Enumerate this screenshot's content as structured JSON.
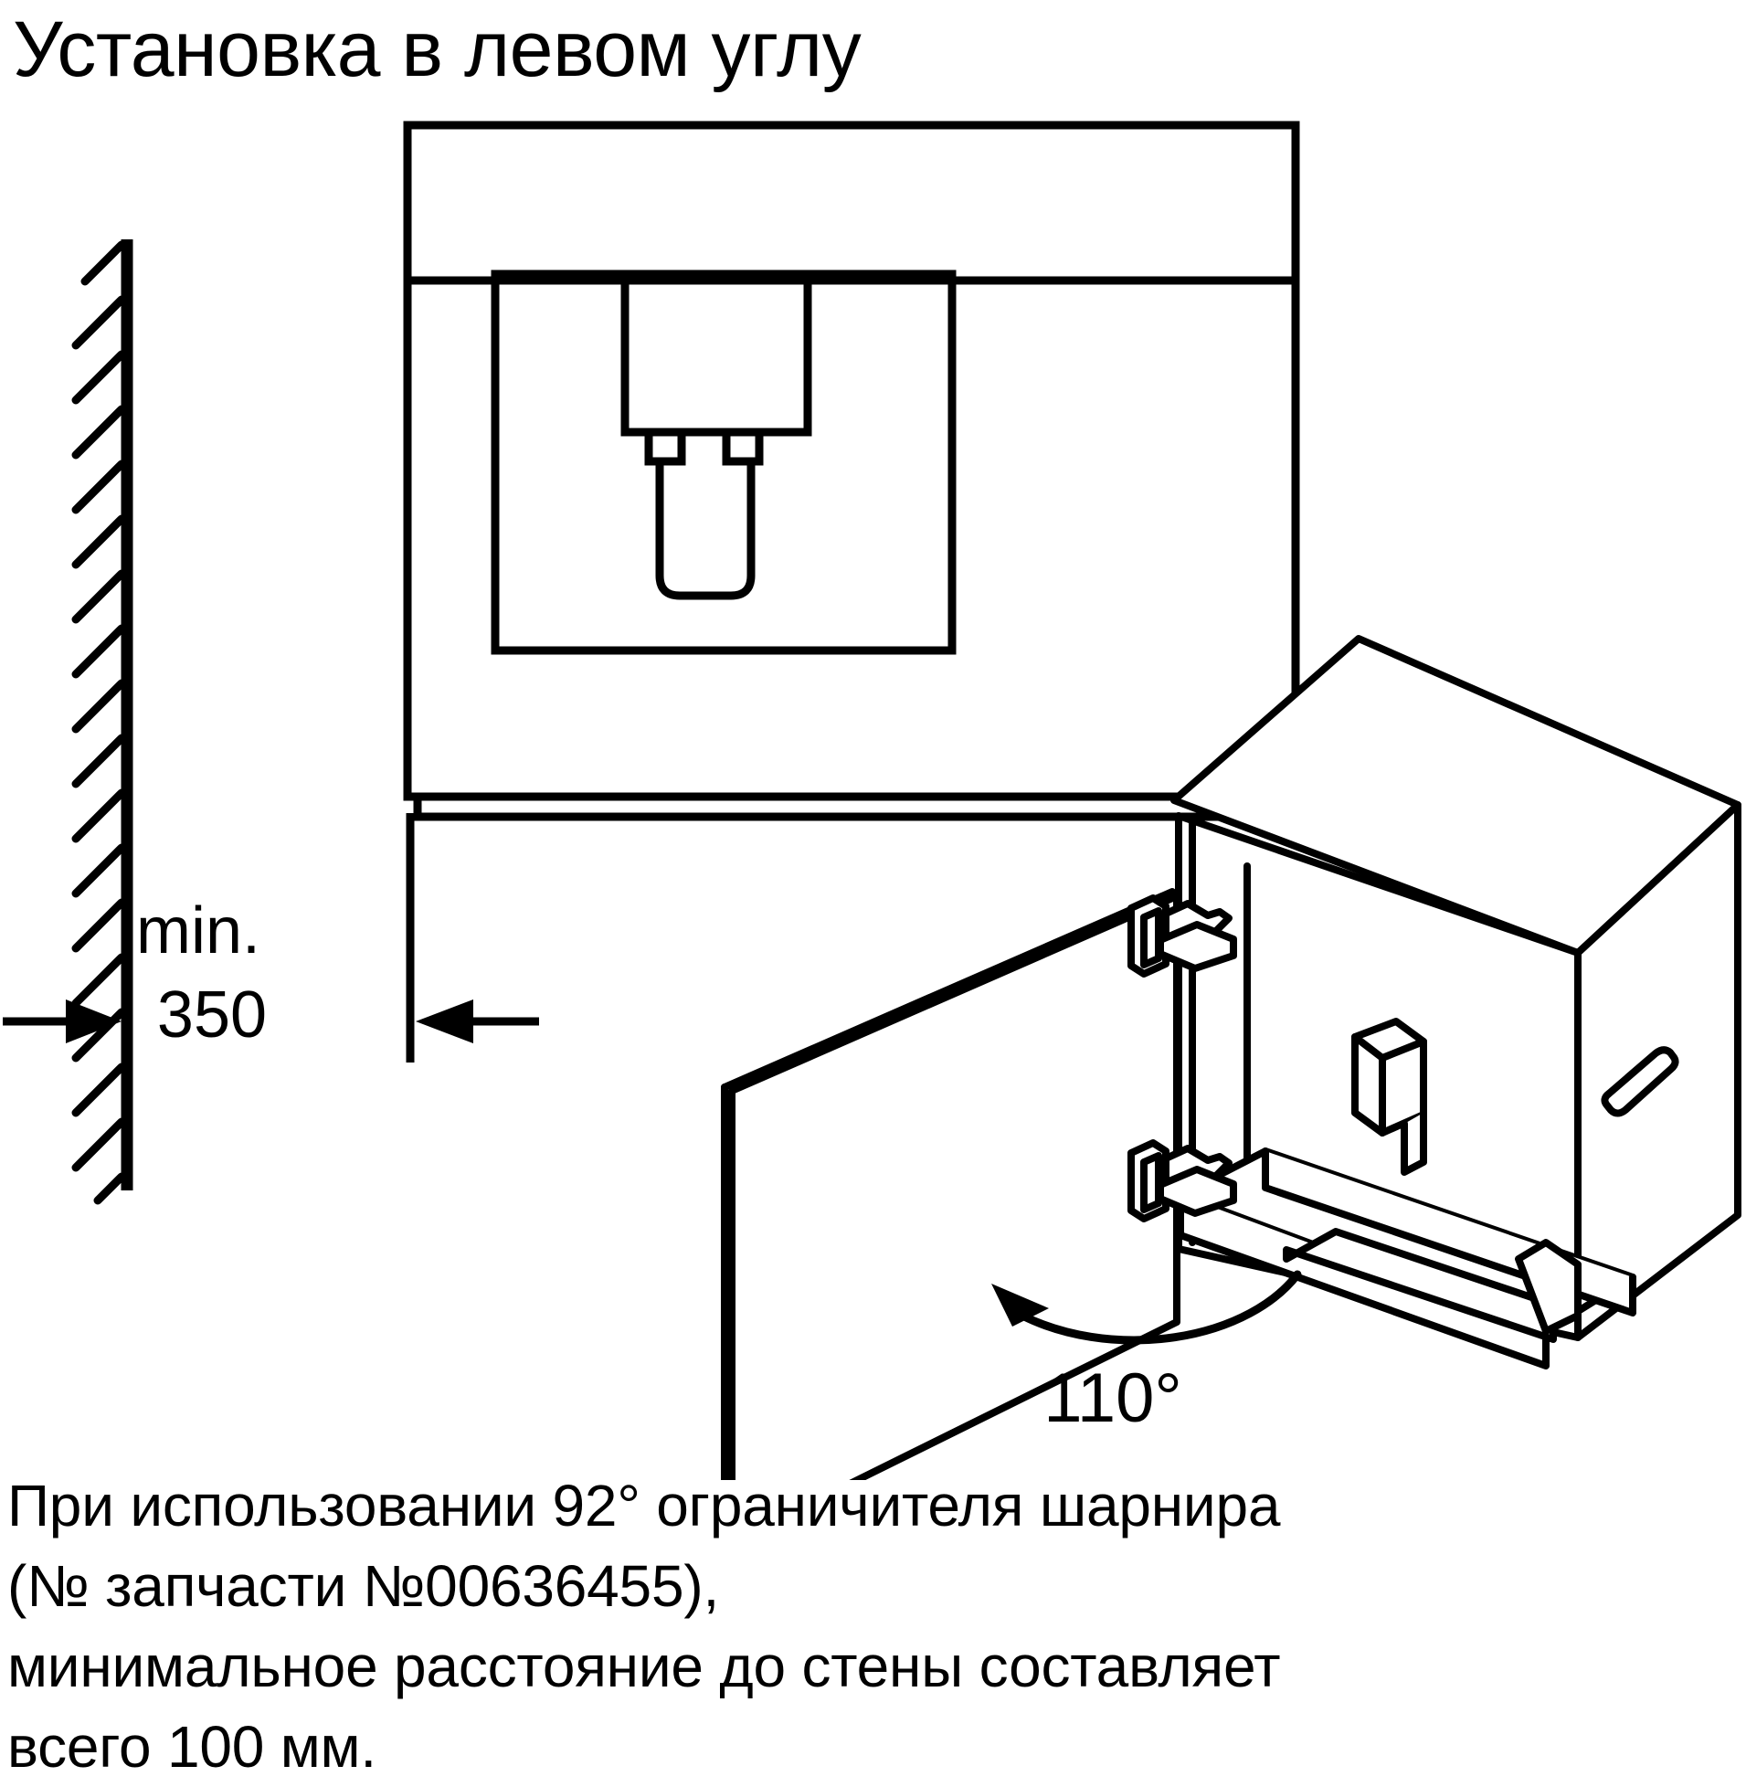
{
  "document": {
    "title": "Установка в левом углу",
    "language": "ru"
  },
  "figure": {
    "name": "corner-installation-diagram",
    "wall": {
      "label": "hatched-wall",
      "hatch_angle_deg": 45
    },
    "dimension": {
      "name": "wall-clearance-dimension",
      "label_line1": "min.",
      "label_line2": "350",
      "value": 350,
      "unit": "mm",
      "qualifier": "min."
    },
    "front_view": {
      "name": "appliance-front-view",
      "parts": [
        "control-panel-band",
        "recess-opening",
        "dispenser-head",
        "dispenser-nozzles",
        "dispenser-spout",
        "base-plinth"
      ]
    },
    "iso_view": {
      "name": "appliance-open-door-iso-view",
      "parts": [
        "open-door-panel",
        "upper-hinge",
        "lower-hinge",
        "top-face",
        "right-side-panel",
        "handle-slot",
        "interior-component",
        "bottom-tray",
        "tray-drawer-slot"
      ],
      "angle_label": "110°",
      "angle_value": 110,
      "angle_unit": "degrees"
    }
  },
  "note": {
    "name": "hinge-limiter-note",
    "lines": [
      "При использовании 92° ограничителя шарнира",
      "(№ запчасти №00636455),",
      "минимальное расстояние до стены составляет",
      "всего 100 мм."
    ],
    "hinge_limiter_angle": "92°",
    "part_number": "№00636455",
    "reduced_min_distance": "100 мм"
  },
  "colors": {
    "ink": "#000000",
    "paper": "#ffffff"
  }
}
